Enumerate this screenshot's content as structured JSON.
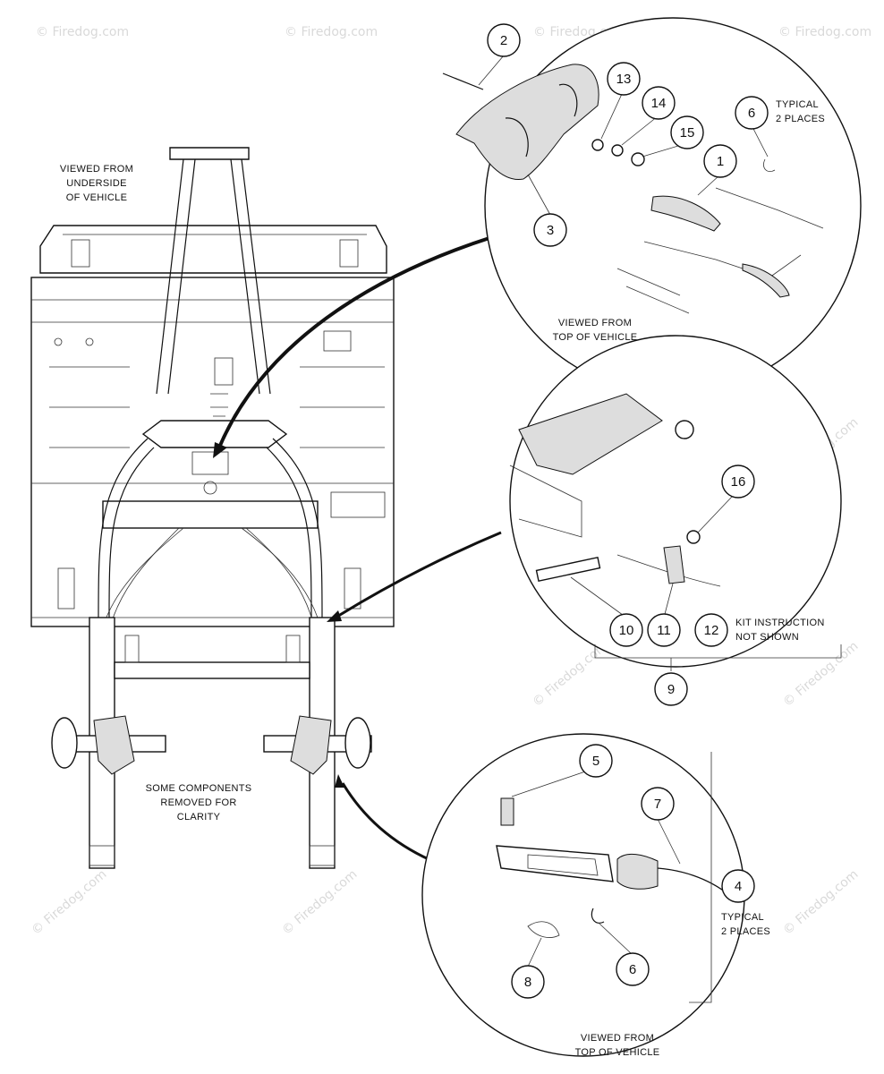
{
  "captions": {
    "underside": [
      "VIEWED FROM",
      "UNDERSIDE",
      "OF VEHICLE"
    ],
    "top_view_1": [
      "VIEWED FROM",
      "TOP OF VEHICLE"
    ],
    "top_view_2": [
      "VIEWED FROM",
      "TOP OF VEHICLE"
    ],
    "removed": [
      "SOME COMPONENTS",
      "REMOVED FOR",
      "CLARITY"
    ],
    "typical_a": [
      "TYPICAL",
      "2 PLACES"
    ],
    "typical_b": [
      "TYPICAL",
      "2 PLACES"
    ],
    "kit": [
      "KIT INSTRUCTION",
      "NOT SHOWN"
    ]
  },
  "callouts": {
    "c1": "1",
    "c2": "2",
    "c3": "3",
    "c4": "4",
    "c5": "5",
    "c6a": "6",
    "c6b": "6",
    "c7": "7",
    "c8": "8",
    "c9": "9",
    "c10": "10",
    "c11": "11",
    "c12": "12",
    "c13": "13",
    "c14": "14",
    "c15": "15",
    "c16": "16"
  },
  "watermark": "© Firedog.com",
  "colors": {
    "line": "#111111",
    "watermark": "#d9d9d9",
    "background": "#ffffff"
  }
}
